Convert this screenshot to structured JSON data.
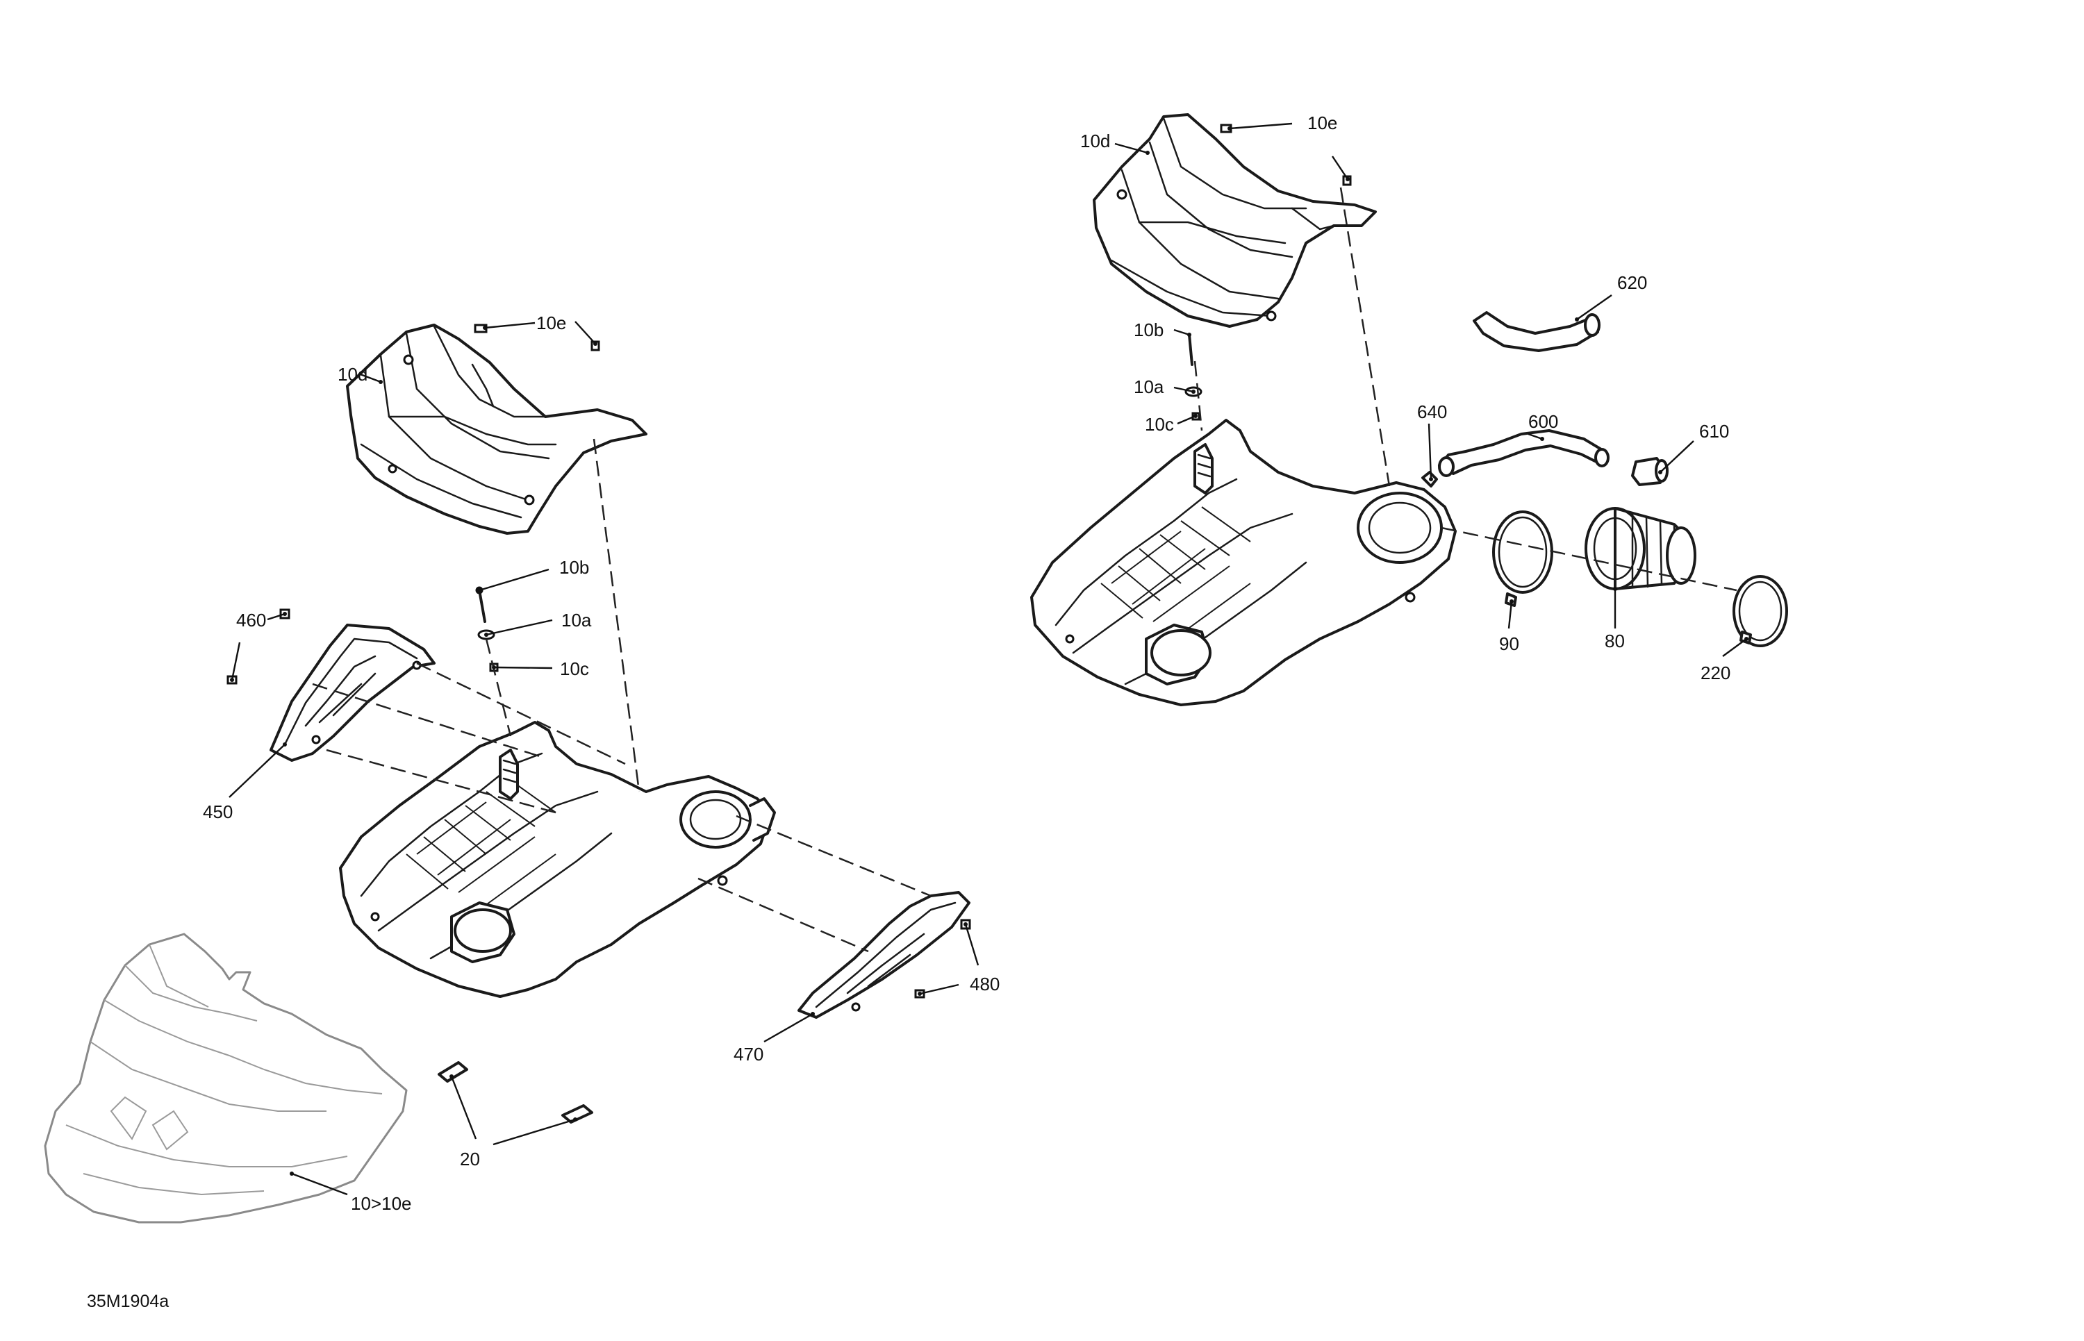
{
  "figure_reference": "35M1904a",
  "callouts": {
    "c10e_left": "10e",
    "c10d_left": "10d",
    "c10b_left": "10b",
    "c10a_left": "10a",
    "c10c_left": "10c",
    "c460": "460",
    "c450": "450",
    "c480": "480",
    "c470": "470",
    "c20": "20",
    "c10to10e": "10>10e",
    "c10d_right": "10d",
    "c10e_right": "10e",
    "c10b_right": "10b",
    "c10a_right": "10a",
    "c10c_right": "10c",
    "c620": "620",
    "c640": "640",
    "c600": "600",
    "c610": "610",
    "c90": "90",
    "c80": "80",
    "c220": "220"
  }
}
